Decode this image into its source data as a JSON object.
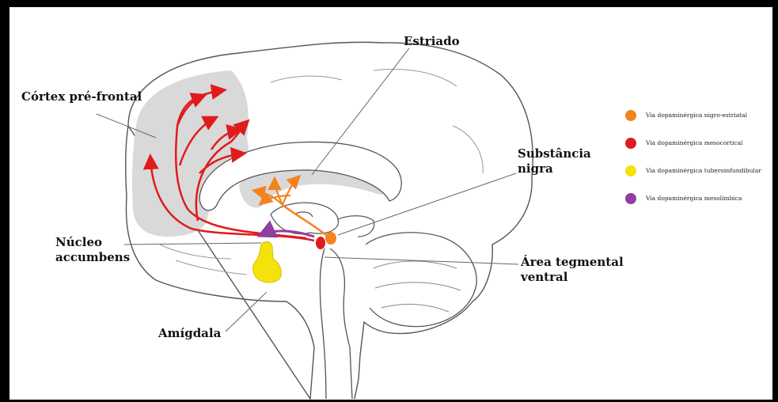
{
  "labels": {
    "cortex": "Córtex pré-frontal",
    "estriado": "Estriado",
    "substancia": "Substância",
    "nigra": "nigra",
    "nucleo": "Núcleo",
    "accumbens": "accumbens",
    "area_tegmental": "Área tegmental",
    "ventral": "ventral",
    "amigdala": "Amígdala"
  },
  "legend": [
    {
      "text": "Via dopaminérgica nigro-estriatal",
      "color": "#f5821f",
      "icon": "orange-dot-icon"
    },
    {
      "text": "Via dopaminérgica mesocortical",
      "color": "#e01b1b",
      "icon": "red-dot-icon"
    },
    {
      "text": "Via dopaminérgica tuberoinfundibular",
      "color": "#f5e20a",
      "icon": "yellow-dot-icon"
    },
    {
      "text": "Via dopaminérgica mesolímbica",
      "color": "#8e3fa0",
      "icon": "purple-dot-icon"
    }
  ],
  "colors": {
    "nigro_estriatal": "#f5821f",
    "mesocortical": "#e01b1b",
    "tuberoinfundibular": "#f5e20a",
    "mesolimbica": "#8e3fa0",
    "region_shade": "#d9d9d9",
    "outline": "#555555"
  }
}
